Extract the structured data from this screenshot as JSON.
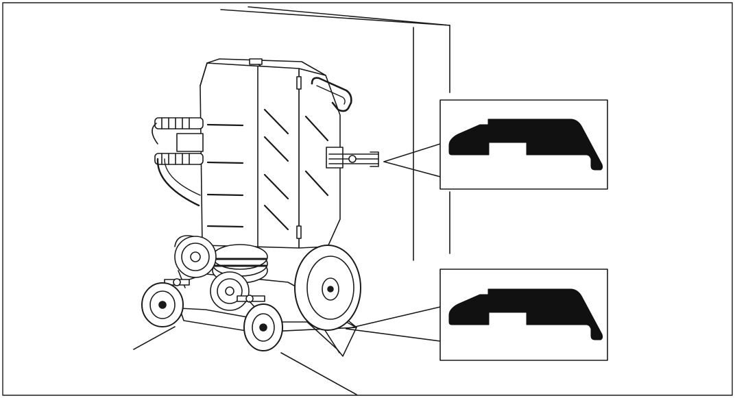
{
  "figure": {
    "kind": "technical-illustration",
    "subject": "wire-saw-machine-on-wheeled-carriage",
    "callouts": [
      {
        "name": "upper-detail",
        "shape": "sealing-profile-cross-section"
      },
      {
        "name": "lower-detail",
        "shape": "sealing-profile-cross-section"
      }
    ],
    "colors": {
      "line": "#1a1a1a",
      "fill": "#ffffff",
      "profile": "#111111"
    }
  }
}
